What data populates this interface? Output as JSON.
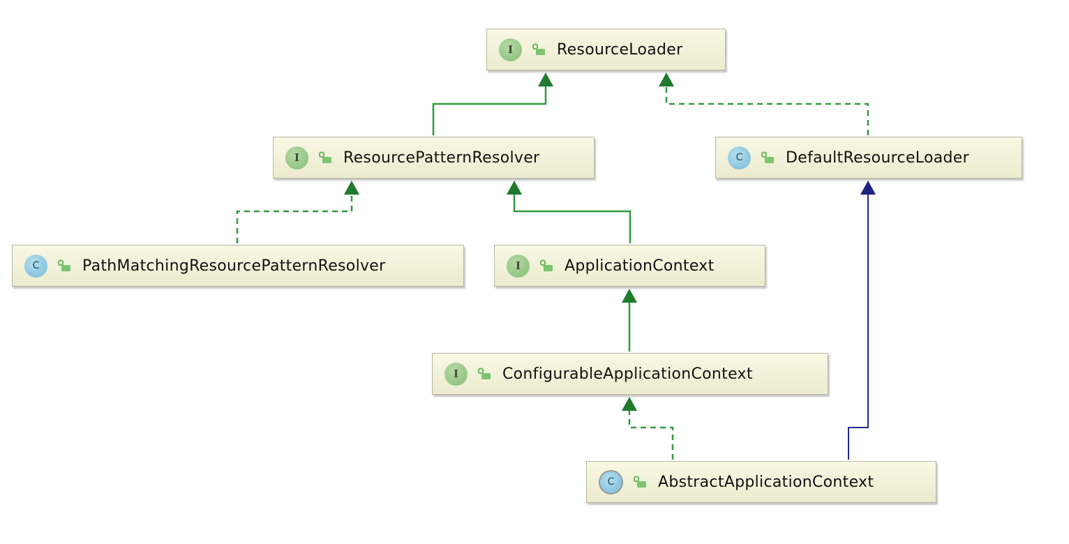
{
  "colors": {
    "interface_badge": "#86bd76",
    "class_badge": "#74b8d8",
    "realization_edge": "#2e9a3e",
    "interface_extends_edge": "#2e9a3e",
    "class_extends_edge": "#222a8c",
    "node_fill": "#f1f0d8"
  },
  "nodes": {
    "resource_loader": {
      "name": "ResourceLoader",
      "kind": "interface",
      "badge": "I",
      "icon": "access-public-icon"
    },
    "resource_pattern_resolver": {
      "name": "ResourcePatternResolver",
      "kind": "interface",
      "badge": "I",
      "icon": "access-public-icon"
    },
    "default_resource_loader": {
      "name": "DefaultResourceLoader",
      "kind": "class",
      "badge": "C",
      "icon": "access-public-icon"
    },
    "path_matching_resource_pattern_resolver": {
      "name": "PathMatchingResourcePatternResolver",
      "kind": "class",
      "badge": "C",
      "icon": "access-public-icon"
    },
    "application_context": {
      "name": "ApplicationContext",
      "kind": "interface",
      "badge": "I",
      "icon": "access-public-icon"
    },
    "configurable_application_context": {
      "name": "ConfigurableApplicationContext",
      "kind": "interface",
      "badge": "I",
      "icon": "access-public-icon"
    },
    "abstract_application_context": {
      "name": "AbstractApplicationContext",
      "kind": "abstract-class",
      "badge": "C",
      "icon": "access-public-icon"
    }
  },
  "edges": [
    {
      "from": "ResourcePatternResolver",
      "to": "ResourceLoader",
      "type": "extends"
    },
    {
      "from": "DefaultResourceLoader",
      "to": "ResourceLoader",
      "type": "implements"
    },
    {
      "from": "PathMatchingResourcePatternResolver",
      "to": "ResourcePatternResolver",
      "type": "implements"
    },
    {
      "from": "ApplicationContext",
      "to": "ResourcePatternResolver",
      "type": "extends"
    },
    {
      "from": "ConfigurableApplicationContext",
      "to": "ApplicationContext",
      "type": "extends"
    },
    {
      "from": "AbstractApplicationContext",
      "to": "ConfigurableApplicationContext",
      "type": "implements"
    },
    {
      "from": "AbstractApplicationContext",
      "to": "DefaultResourceLoader",
      "type": "extends"
    }
  ]
}
